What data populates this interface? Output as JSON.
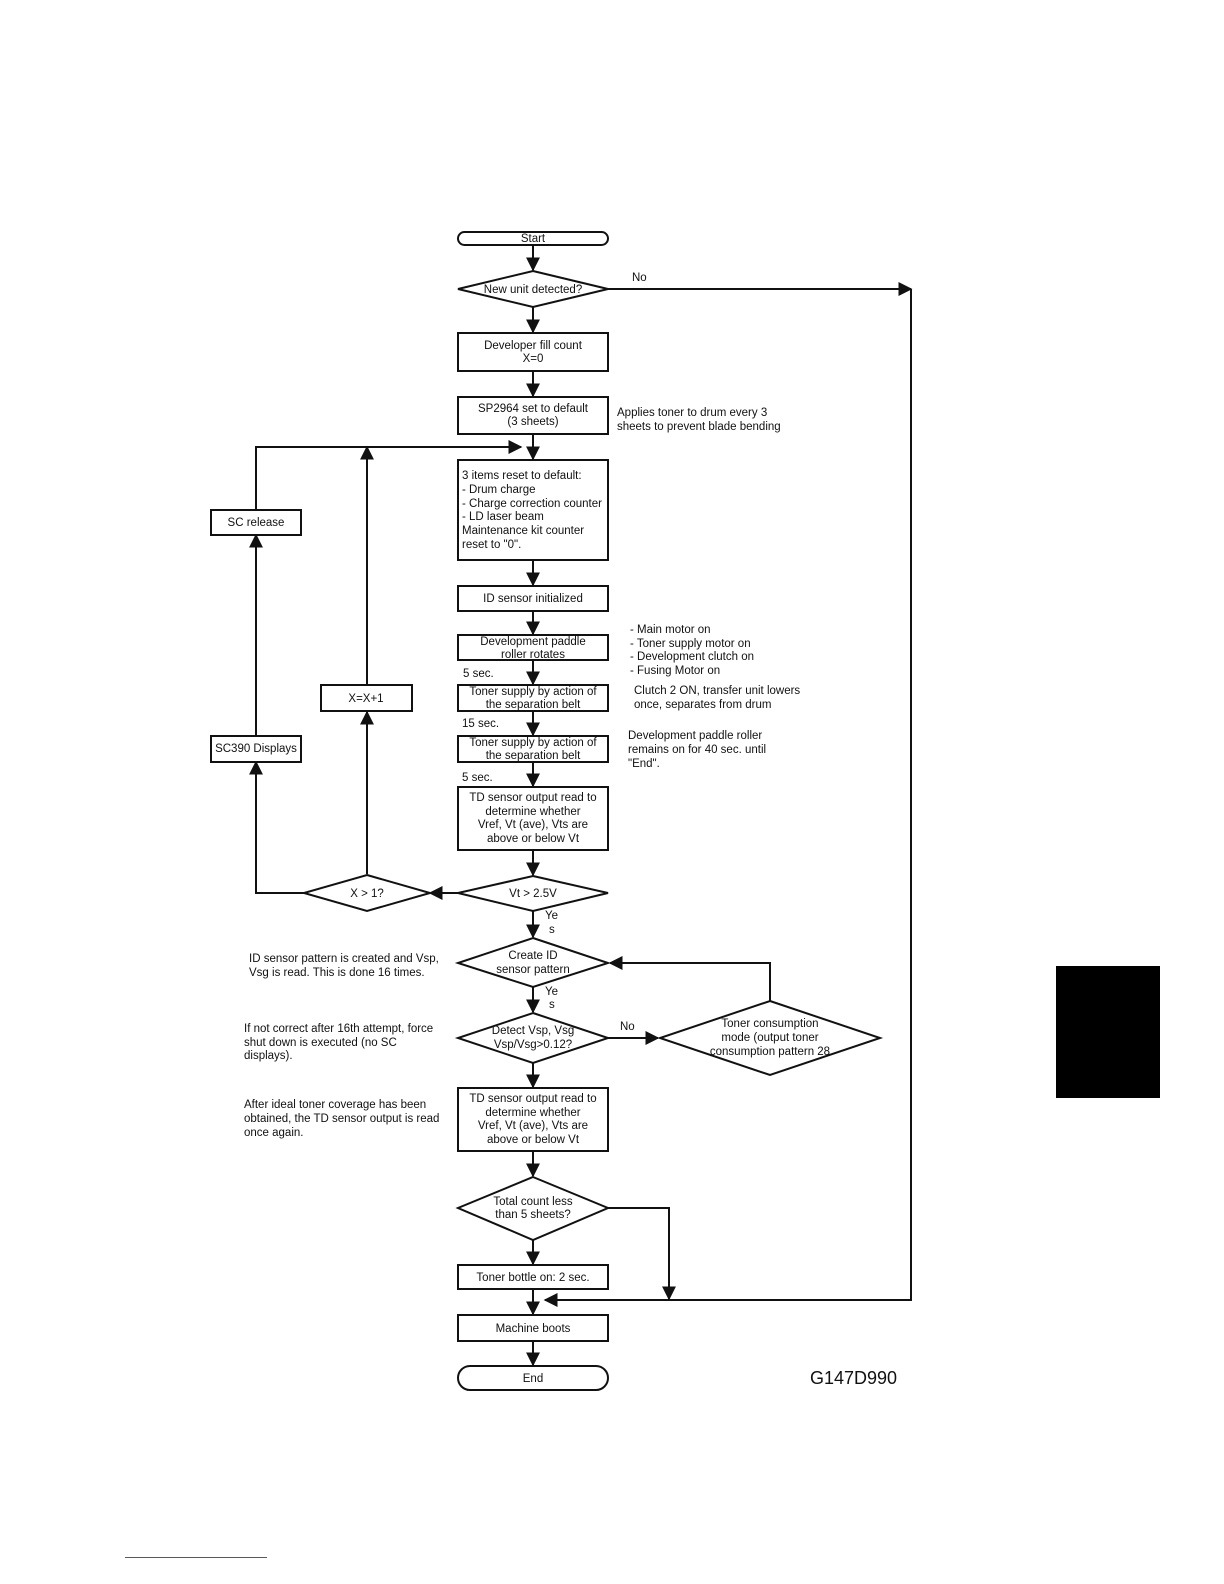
{
  "flowchart": {
    "start": "Start",
    "new_unit_detected": "New unit detected?",
    "no_label_1": "No",
    "developer_fill_count": [
      "Developer fill count",
      "X=0"
    ],
    "sp2964_default": [
      "SP2964 set to default",
      "(3 sheets)"
    ],
    "items_reset": [
      "3 items reset to default:",
      "- Drum charge",
      "- Charge correction counter",
      "- LD laser beam",
      "Maintenance kit counter",
      "reset to \"0\"."
    ],
    "id_sensor_initialized": "ID sensor initialized",
    "dev_paddle_rotates": [
      "Development paddle",
      "roller rotates"
    ],
    "toner_supply_1": [
      "Toner supply by action of",
      "the separation belt"
    ],
    "toner_supply_2": [
      "Toner supply by action of",
      "the separation belt"
    ],
    "td_sensor_read_1": [
      "TD sensor output read to",
      "determine whether",
      "Vref, Vt (ave), Vts are",
      "above or below Vt"
    ],
    "vt_check": "Vt > 2.5V",
    "x_check": "X > 1?",
    "x_increment": "X=X+1",
    "sc390_displays": "SC390 Displays",
    "sc_release": "SC release",
    "yes_label_1": [
      "Ye",
      "s"
    ],
    "create_id_pattern": [
      "Create ID",
      "sensor pattern"
    ],
    "yes_label_2": [
      "Ye",
      "s"
    ],
    "detect_vsp": [
      "Detect Vsp, Vsg",
      "Vsp/Vsg>0.12?"
    ],
    "no_label_2": "No",
    "toner_consumption_mode": [
      "Toner consumption",
      "mode (output toner",
      "consumption pattern 28"
    ],
    "td_sensor_read_2": [
      "TD sensor output read to",
      "determine whether",
      "Vref, Vt (ave), Vts are",
      "above or below Vt"
    ],
    "total_count_check": [
      "Total count less",
      "than 5 sheets?"
    ],
    "toner_bottle_on": "Toner bottle on: 2 sec.",
    "machine_boots": "Machine boots",
    "end": "End",
    "time_5_sec_a": "5 sec.",
    "time_15_sec": "15 sec.",
    "time_5_sec_b": "5 sec."
  },
  "notes": {
    "applies_toner": [
      "Applies toner to drum every 3",
      "sheets to prevent blade bending"
    ],
    "motors_on": [
      "- Main motor on",
      "- Toner supply motor on",
      "- Development clutch on",
      "- Fusing Motor on"
    ],
    "clutch_2_on": [
      "Clutch 2 ON, transfer unit lowers",
      "once, separates from drum"
    ],
    "paddle_remains": [
      "Development paddle roller",
      "remains on for 40 sec. until",
      "\"End\"."
    ],
    "id_pattern_note": [
      "ID sensor pattern is created and Vsp,",
      "Vsg is read. This is done 16 times."
    ],
    "not_correct_note": [
      "If not correct after 16th attempt, force",
      "shut down is executed (no SC",
      "displays)."
    ],
    "ideal_coverage_note": [
      "After ideal toner coverage has been",
      "obtained, the TD sensor output is read",
      "once again."
    ]
  },
  "figure_code": "G147D990",
  "colors": {
    "ink": "#111111",
    "tab": "#000000",
    "footer_rule": "#3355cc"
  }
}
